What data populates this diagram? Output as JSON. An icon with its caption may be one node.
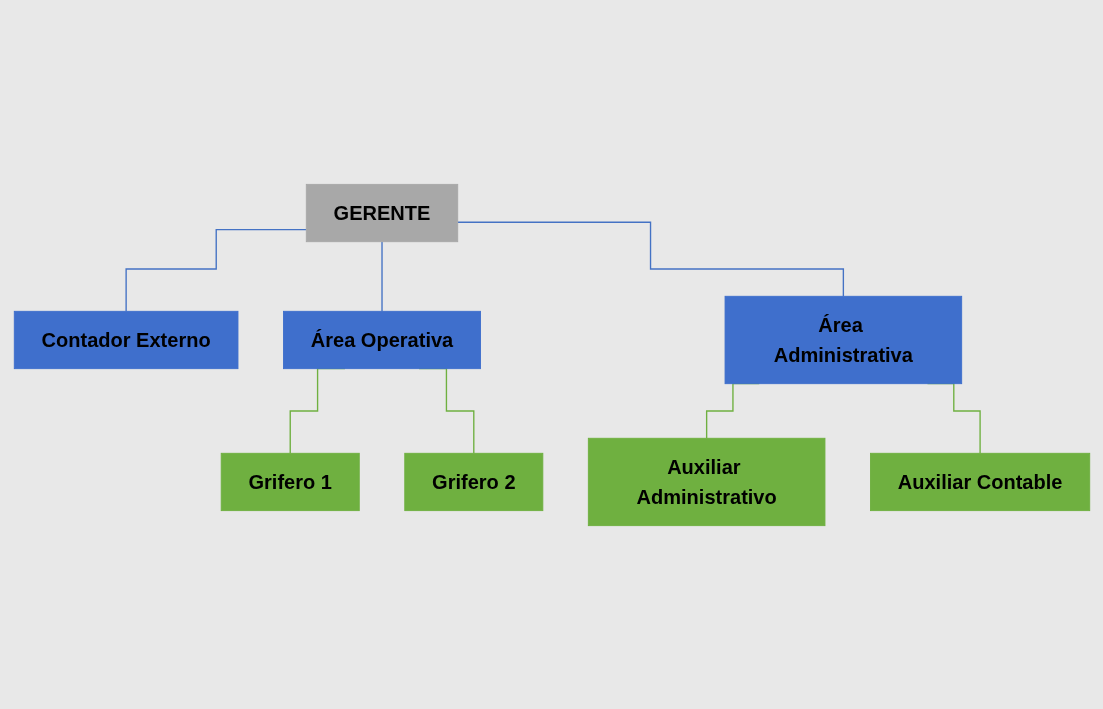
{
  "diagram": {
    "nodes": [
      {
        "text": [
          "GERENTE"
        ]
      },
      {
        "text": [
          "Contador Externo"
        ]
      },
      {
        "text": [
          "Área Operativa"
        ]
      },
      {
        "text": [
          "Área Administrativa"
        ]
      },
      {
        "text": [
          "Grifero 1"
        ]
      },
      {
        "text": [
          "Grifero 2"
        ]
      },
      {
        "text": [
          "Auxiliar Administrativo"
        ]
      },
      {
        "text": [
          "Auxiliar Contable"
        ]
      }
    ],
    "edges": [
      {
        "from": 0,
        "to": 1,
        "arrow": "none",
        "color": "#4472c4"
      },
      {
        "from": 0,
        "to": 2,
        "arrow": "none",
        "color": "#4472c4"
      },
      {
        "from": 0,
        "to": 3,
        "arrow": "none",
        "color": "#4472c4"
      },
      {
        "from": 2,
        "to": 4,
        "arrow": "none"
      },
      {
        "from": 2,
        "to": 5,
        "arrow": "none"
      },
      {
        "from": 3,
        "to": 6,
        "arrow": "none"
      },
      {
        "from": 3,
        "to": 7,
        "arrow": "none"
      }
    ]
  }
}
